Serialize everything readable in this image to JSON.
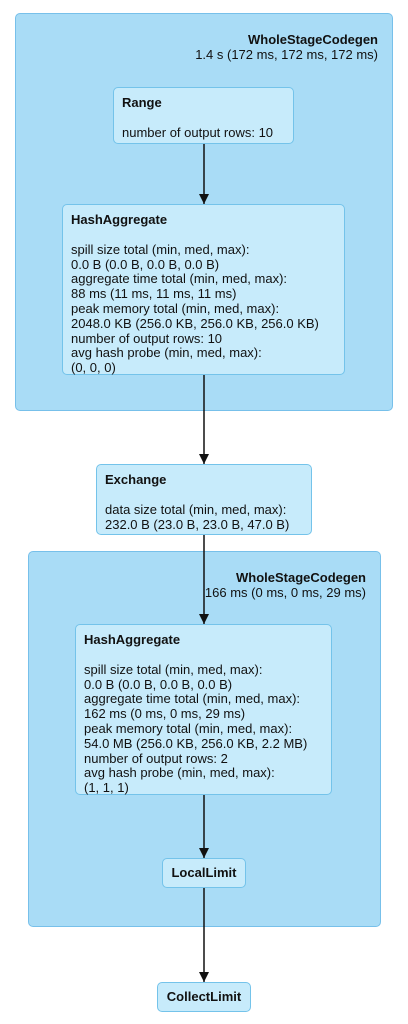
{
  "clusters": [
    {
      "name": "WholeStageCodegen",
      "timing": "1.4 s (172 ms, 172 ms, 172 ms)"
    },
    {
      "name": "WholeStageCodegen",
      "timing": "166 ms (0 ms, 0 ms, 29 ms)"
    }
  ],
  "nodes": {
    "range": {
      "title": "Range",
      "metrics": [
        "number of output rows: 10"
      ]
    },
    "hash_aggregate_1": {
      "title": "HashAggregate",
      "metrics": [
        "spill size total (min, med, max):",
        "0.0 B (0.0 B, 0.0 B, 0.0 B)",
        "aggregate time total (min, med, max):",
        "88 ms (11 ms, 11 ms, 11 ms)",
        "peak memory total (min, med, max):",
        "2048.0 KB (256.0 KB, 256.0 KB, 256.0 KB)",
        "number of output rows: 10",
        "avg hash probe (min, med, max):",
        "(0, 0, 0)"
      ]
    },
    "exchange": {
      "title": "Exchange",
      "metrics": [
        "data size total (min, med, max):",
        "232.0 B (23.0 B, 23.0 B, 47.0 B)"
      ]
    },
    "hash_aggregate_2": {
      "title": "HashAggregate",
      "metrics": [
        "spill size total (min, med, max):",
        "0.0 B (0.0 B, 0.0 B, 0.0 B)",
        "aggregate time total (min, med, max):",
        "162 ms (0 ms, 0 ms, 29 ms)",
        "peak memory total (min, med, max):",
        "54.0 MB (256.0 KB, 256.0 KB, 2.2 MB)",
        "number of output rows: 2",
        "avg hash probe (min, med, max):",
        "(1, 1, 1)"
      ]
    },
    "local_limit": {
      "title": "LocalLimit"
    },
    "collect_limit": {
      "title": "CollectLimit"
    }
  },
  "colors": {
    "cluster_fill": "#a9dcf6",
    "cluster_border": "#77c0ea",
    "node_fill": "#c7ebfb",
    "node_border": "#74c3ea",
    "edge": "#111111"
  }
}
